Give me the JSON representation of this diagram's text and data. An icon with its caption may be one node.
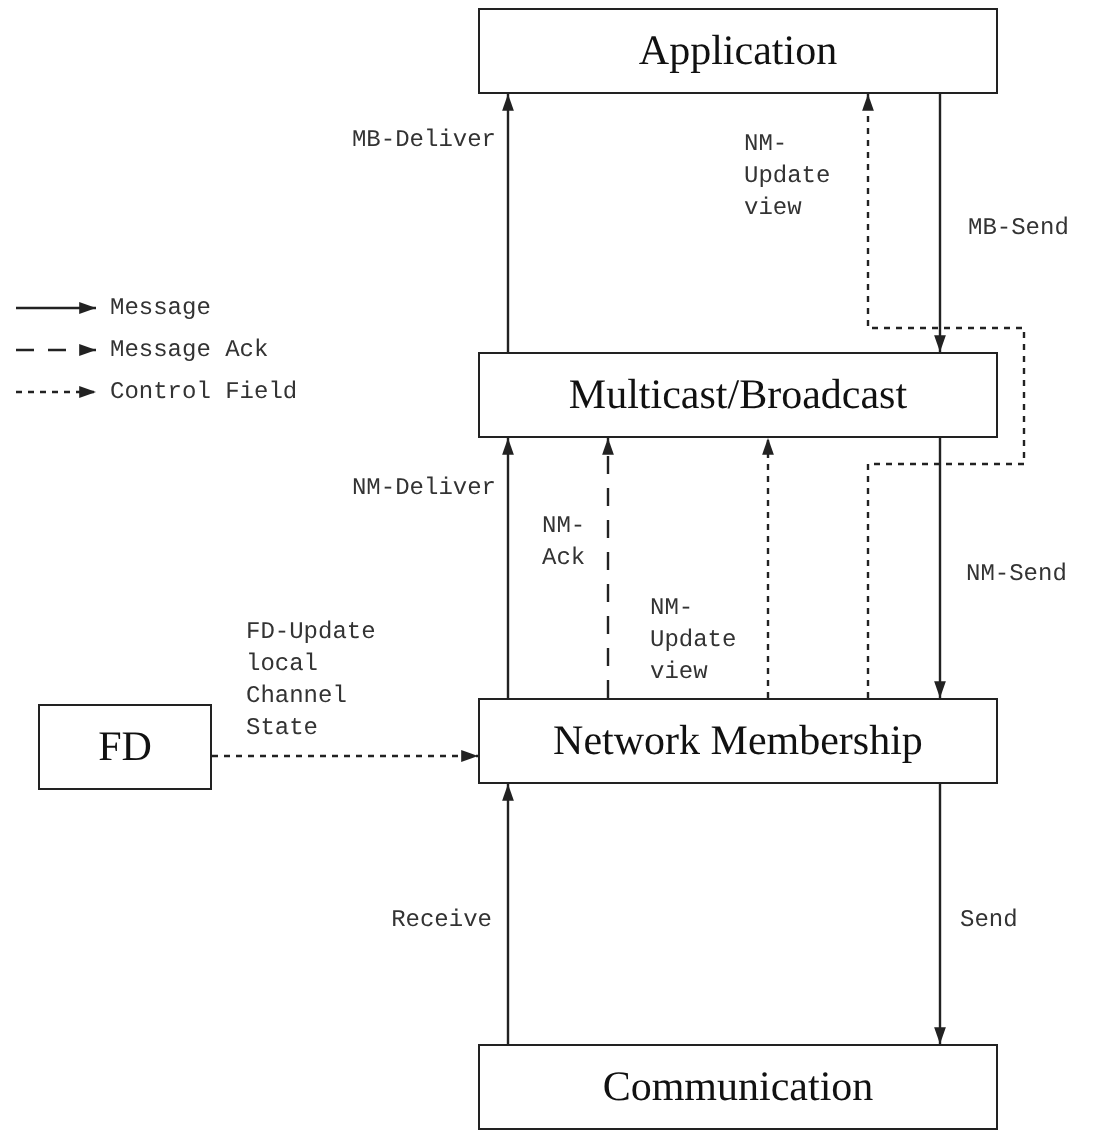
{
  "diagram": {
    "nodes": [
      {
        "text": [
          "Application"
        ]
      },
      {
        "text": [
          "Multicast/Broadcast"
        ]
      },
      {
        "text": [
          "FD"
        ]
      },
      {
        "text": [
          "Network Membership"
        ]
      },
      {
        "text": [
          "Communication"
        ]
      }
    ],
    "edges": [
      {
        "from": 1,
        "to": 0,
        "arrow": "to",
        "label": "MB-Deliver"
      },
      {
        "from": 3,
        "to": 0,
        "arrow": "to",
        "label": "NM- Update view",
        "style": "dashed"
      },
      {
        "from": 0,
        "to": 1,
        "arrow": "to",
        "label": "MB-Send"
      },
      {
        "from": 3,
        "to": 1,
        "arrow": "to",
        "label": "NM-Deliver"
      },
      {
        "from": 3,
        "to": 1,
        "arrow": "to",
        "label": "NM- Ack",
        "style": "dashed"
      },
      {
        "from": 3,
        "to": 1,
        "arrow": "to",
        "label": "NM- Update view",
        "style": "dashed"
      },
      {
        "from": 1,
        "to": 3,
        "arrow": "to",
        "label": "NM-Send"
      },
      {
        "from": 2,
        "to": 3,
        "arrow": "to",
        "label": "FD-Update local Channel State",
        "style": "dashed"
      },
      {
        "from": 4,
        "to": 3,
        "arrow": "to",
        "label": "Receive"
      },
      {
        "from": 3,
        "to": 4,
        "arrow": "to",
        "label": "Send"
      }
    ],
    "legend": [
      {
        "text": "Message"
      },
      {
        "text": "Message Ack"
      },
      {
        "text": "Control Field"
      }
    ]
  }
}
